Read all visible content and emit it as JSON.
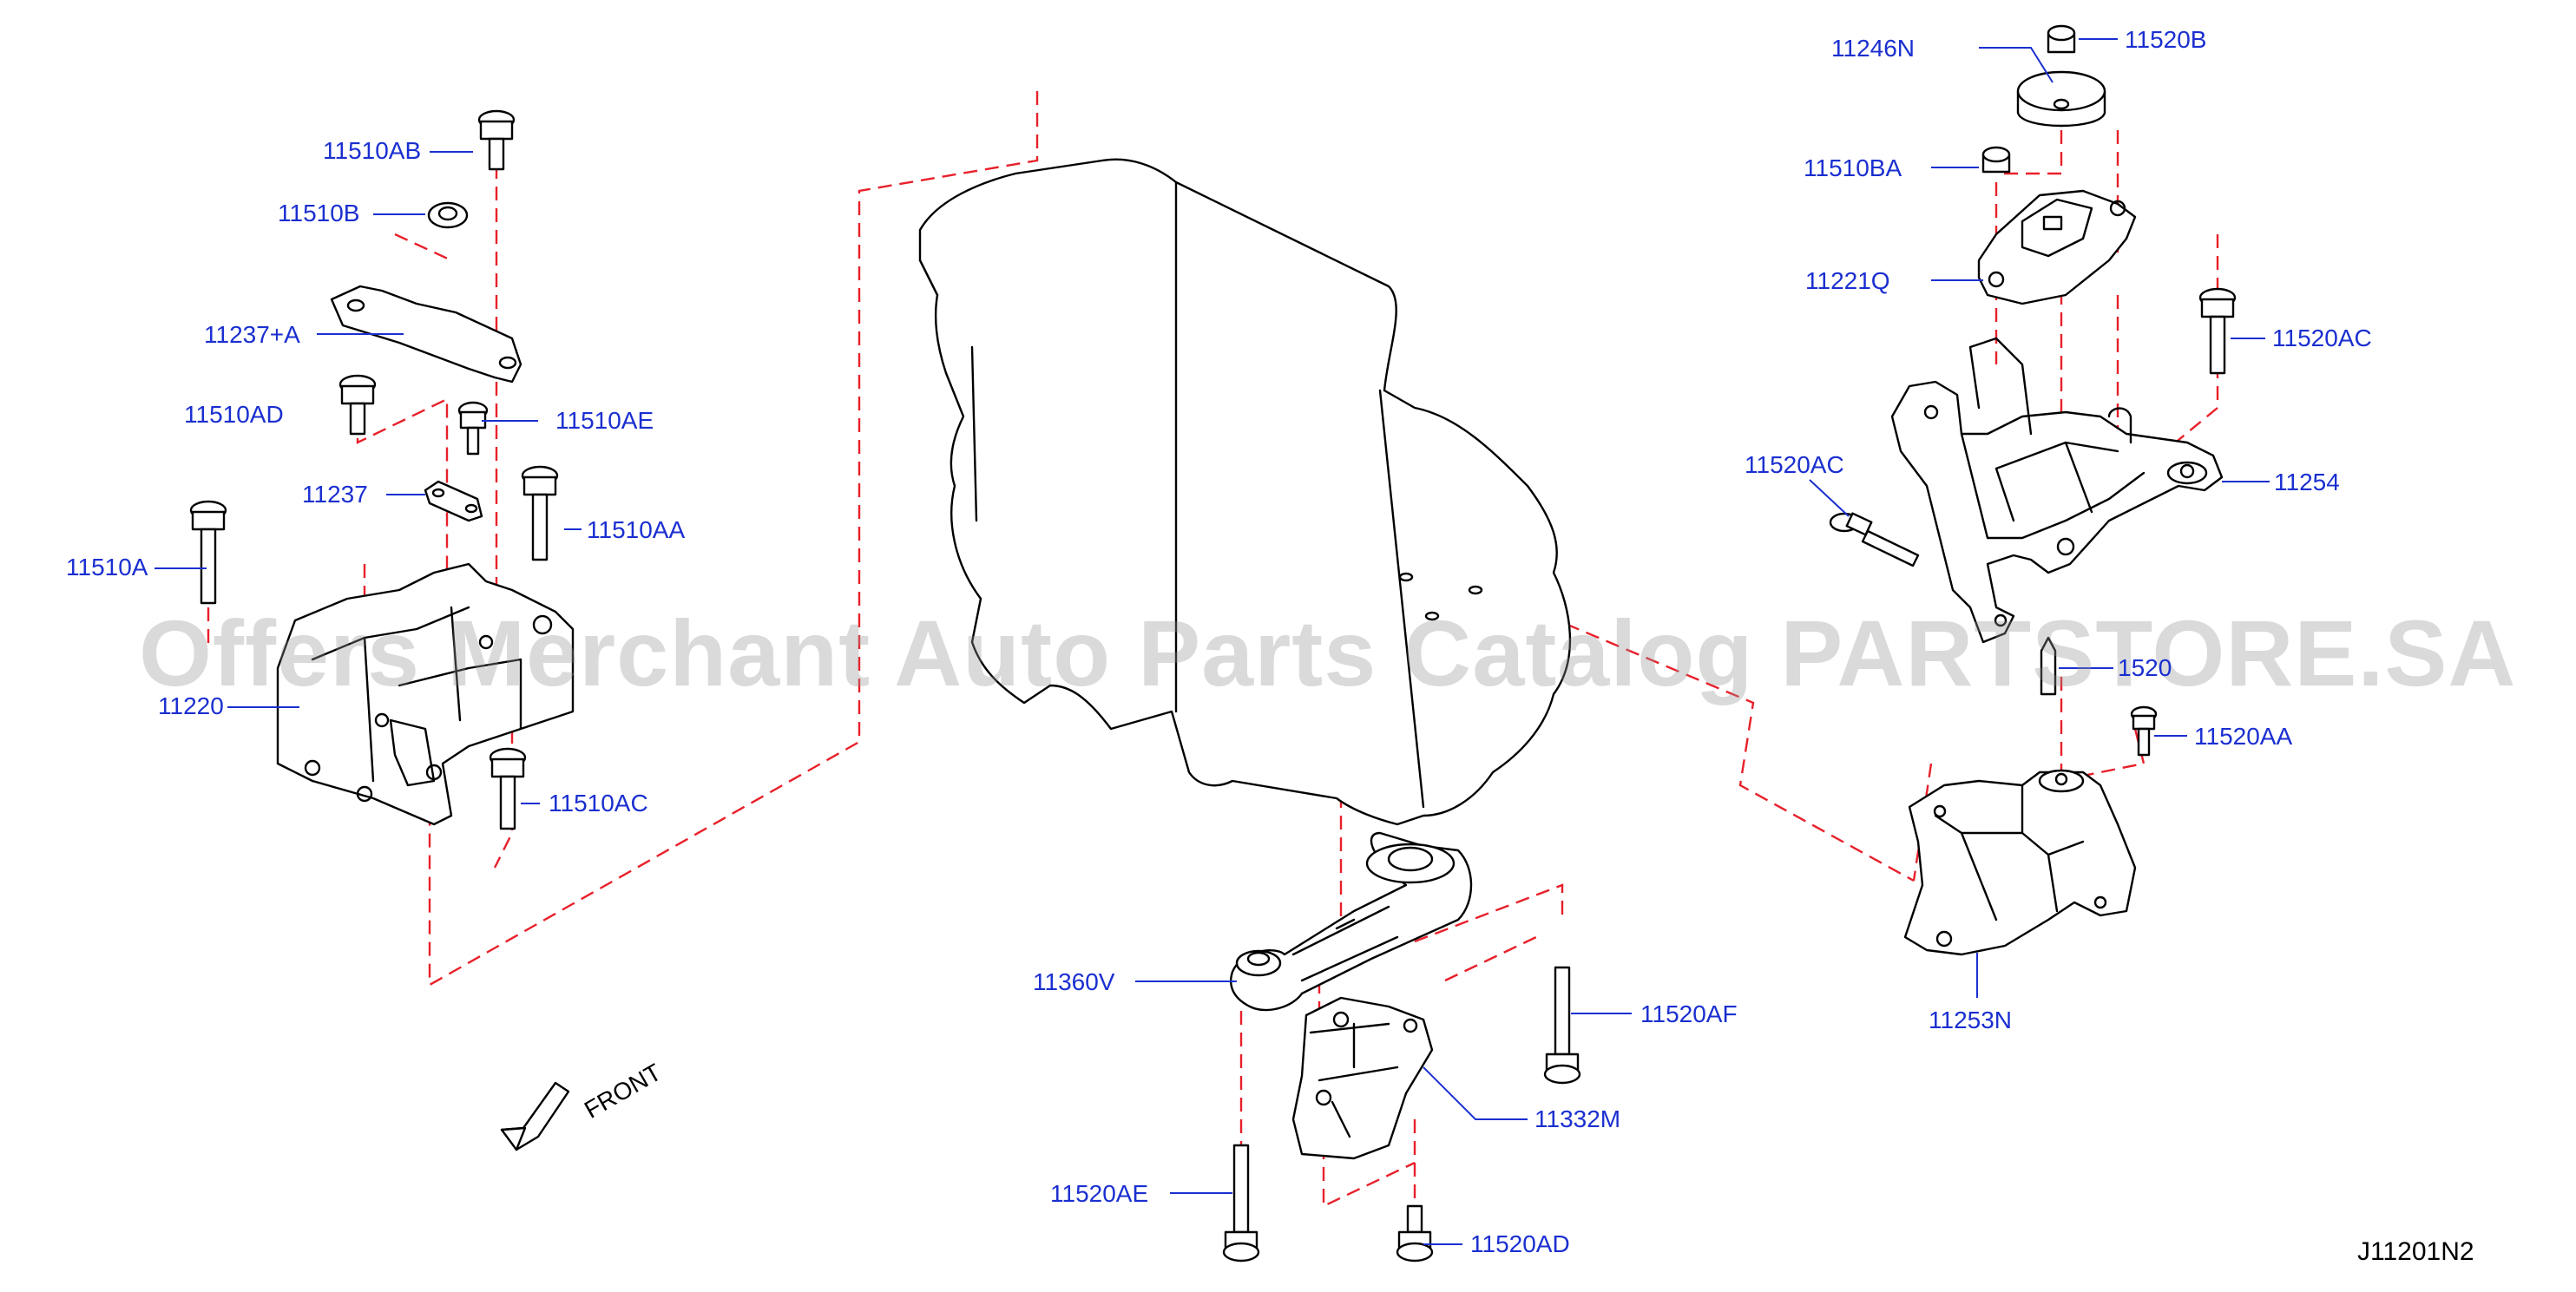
{
  "diagram": {
    "reference_code": "J11201N2",
    "front_label": "FRONT",
    "watermark": "Offers Merchant Auto Parts Catalog PARTSTORE.SA",
    "colors": {
      "callout": "#1a2fd0",
      "centerline": "#e8202a",
      "line": "#000000"
    },
    "callouts": {
      "p11510AB": "11510AB",
      "p11510B": "11510B",
      "p11237A": "11237+A",
      "p11510AD": "11510AD",
      "p11510AE": "11510AE",
      "p11237": "11237",
      "p11510AA": "11510AA",
      "p11510A": "11510A",
      "p11220": "11220",
      "p11510AC": "11510AC",
      "p11360V": "11360V",
      "p11520AF": "11520AF",
      "p11332M": "11332M",
      "p11520AE": "11520AE",
      "p11520AD": "11520AD",
      "p11246N": "11246N",
      "p11520B": "11520B",
      "p11510BA": "11510BA",
      "p11221Q": "11221Q",
      "p11520AC_top": "11520AC",
      "p11520AC_left": "11520AC",
      "p11254": "11254",
      "p11520_partial": "1520",
      "p11520AA": "11520AA",
      "p11253N": "11253N"
    }
  }
}
